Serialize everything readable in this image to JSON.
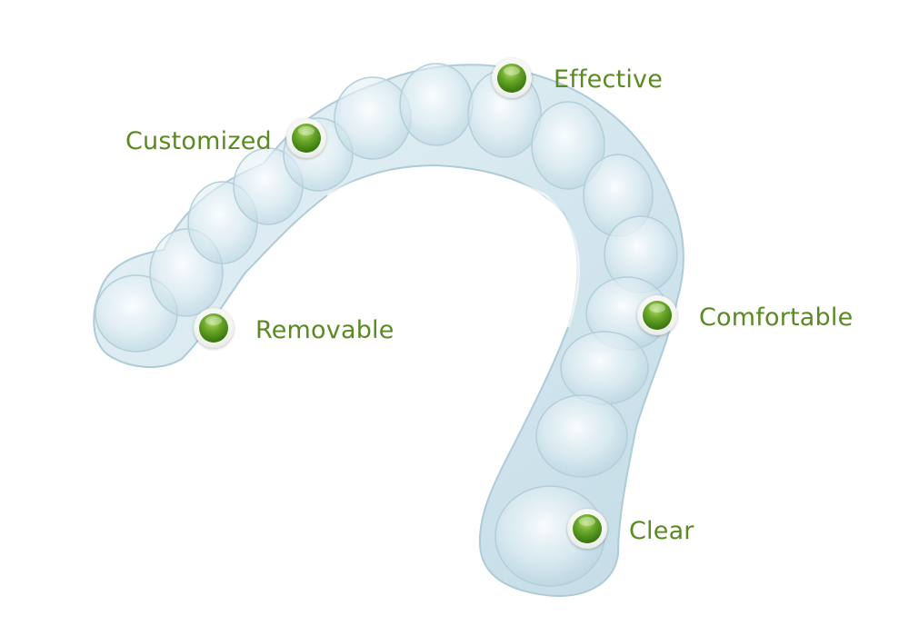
{
  "colors": {
    "label_text": "#5a8a22",
    "hotspot_green": "#3f7d12",
    "aligner_edge": "#a9c9d6",
    "aligner_fill": "#dcebf1",
    "background": "#ffffff"
  },
  "image": {
    "subject": "clear aligner tray"
  },
  "features": [
    {
      "id": "effective",
      "label": "Effective",
      "icon": "green-hotspot-icon"
    },
    {
      "id": "customized",
      "label": "Customized",
      "icon": "green-hotspot-icon"
    },
    {
      "id": "removable",
      "label": "Removable",
      "icon": "green-hotspot-icon"
    },
    {
      "id": "comfortable",
      "label": "Comfortable",
      "icon": "green-hotspot-icon"
    },
    {
      "id": "clear",
      "label": "Clear",
      "icon": "green-hotspot-icon"
    }
  ]
}
